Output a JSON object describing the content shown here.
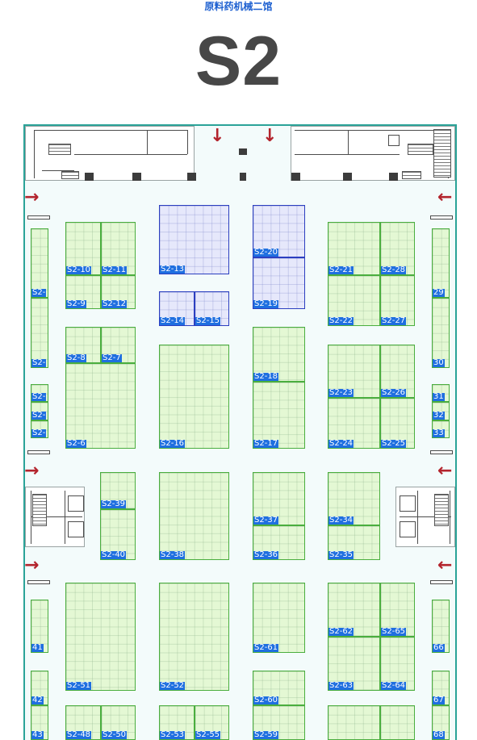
{
  "hall": {
    "name": "原料药机械二馆",
    "code": "S2"
  },
  "icons": {
    "entrance_arrow_down": "arrow-down-icon",
    "entrance_arrow_right": "arrow-right-icon",
    "entrance_arrow_left": "arrow-left-icon"
  },
  "colors": {
    "standard_booth": "#e4f8d4",
    "standard_border": "#4aae3e",
    "special_booth": "#e6e8fb",
    "special_border": "#2c3fc0",
    "label_bg": "#1f6fe0",
    "hall_wall": "#2aa398",
    "entry_arrow": "#b3242d",
    "hall_name": "#1c5fd0"
  },
  "booths": {
    "b01": "S2-",
    "b02": "S2-",
    "b03": "S2-",
    "b04": "S2-",
    "b05": "S2-",
    "b06": "S2-6",
    "b07": "S2-7",
    "b08": "S2-8",
    "b09": "S2-9",
    "b10": "S2-10",
    "b11": "S2-11",
    "b12": "S2-12",
    "b13": "S2-13",
    "b14": "S2-14",
    "b15": "S2-15",
    "b16": "S2-16",
    "b17": "S2-17",
    "b18": "S2-18",
    "b19": "S2-19",
    "b20": "S2-20",
    "b21": "S2-21",
    "b22": "S2-22",
    "b23": "S2-23",
    "b24": "S2-24",
    "b25": "S2-25",
    "b26": "S2-26",
    "b27": "S2-27",
    "b28": "S2-28",
    "b29": "29",
    "b30": "30",
    "b31": "31",
    "b32": "32",
    "b33": "33",
    "b34": "S2-34",
    "b35": "S2-35",
    "b36": "S2-36",
    "b37": "S2-37",
    "b38": "S2-38",
    "b39": "S2-39",
    "b40": "S2-40",
    "b41": "41",
    "b42": "42",
    "b43": "43",
    "b48": "S2-48",
    "b50": "S2-50",
    "b51": "S2-51",
    "b52": "S2-52",
    "b53": "S2-53",
    "b55": "S2-55",
    "b59": "S2-59",
    "b60": "S2-60",
    "b61": "S2-61",
    "b62": "S2-62",
    "b63": "S2-63",
    "b64": "S2-64",
    "b65": "S2-65",
    "b66": "66",
    "b67": "67",
    "b68": "68"
  }
}
